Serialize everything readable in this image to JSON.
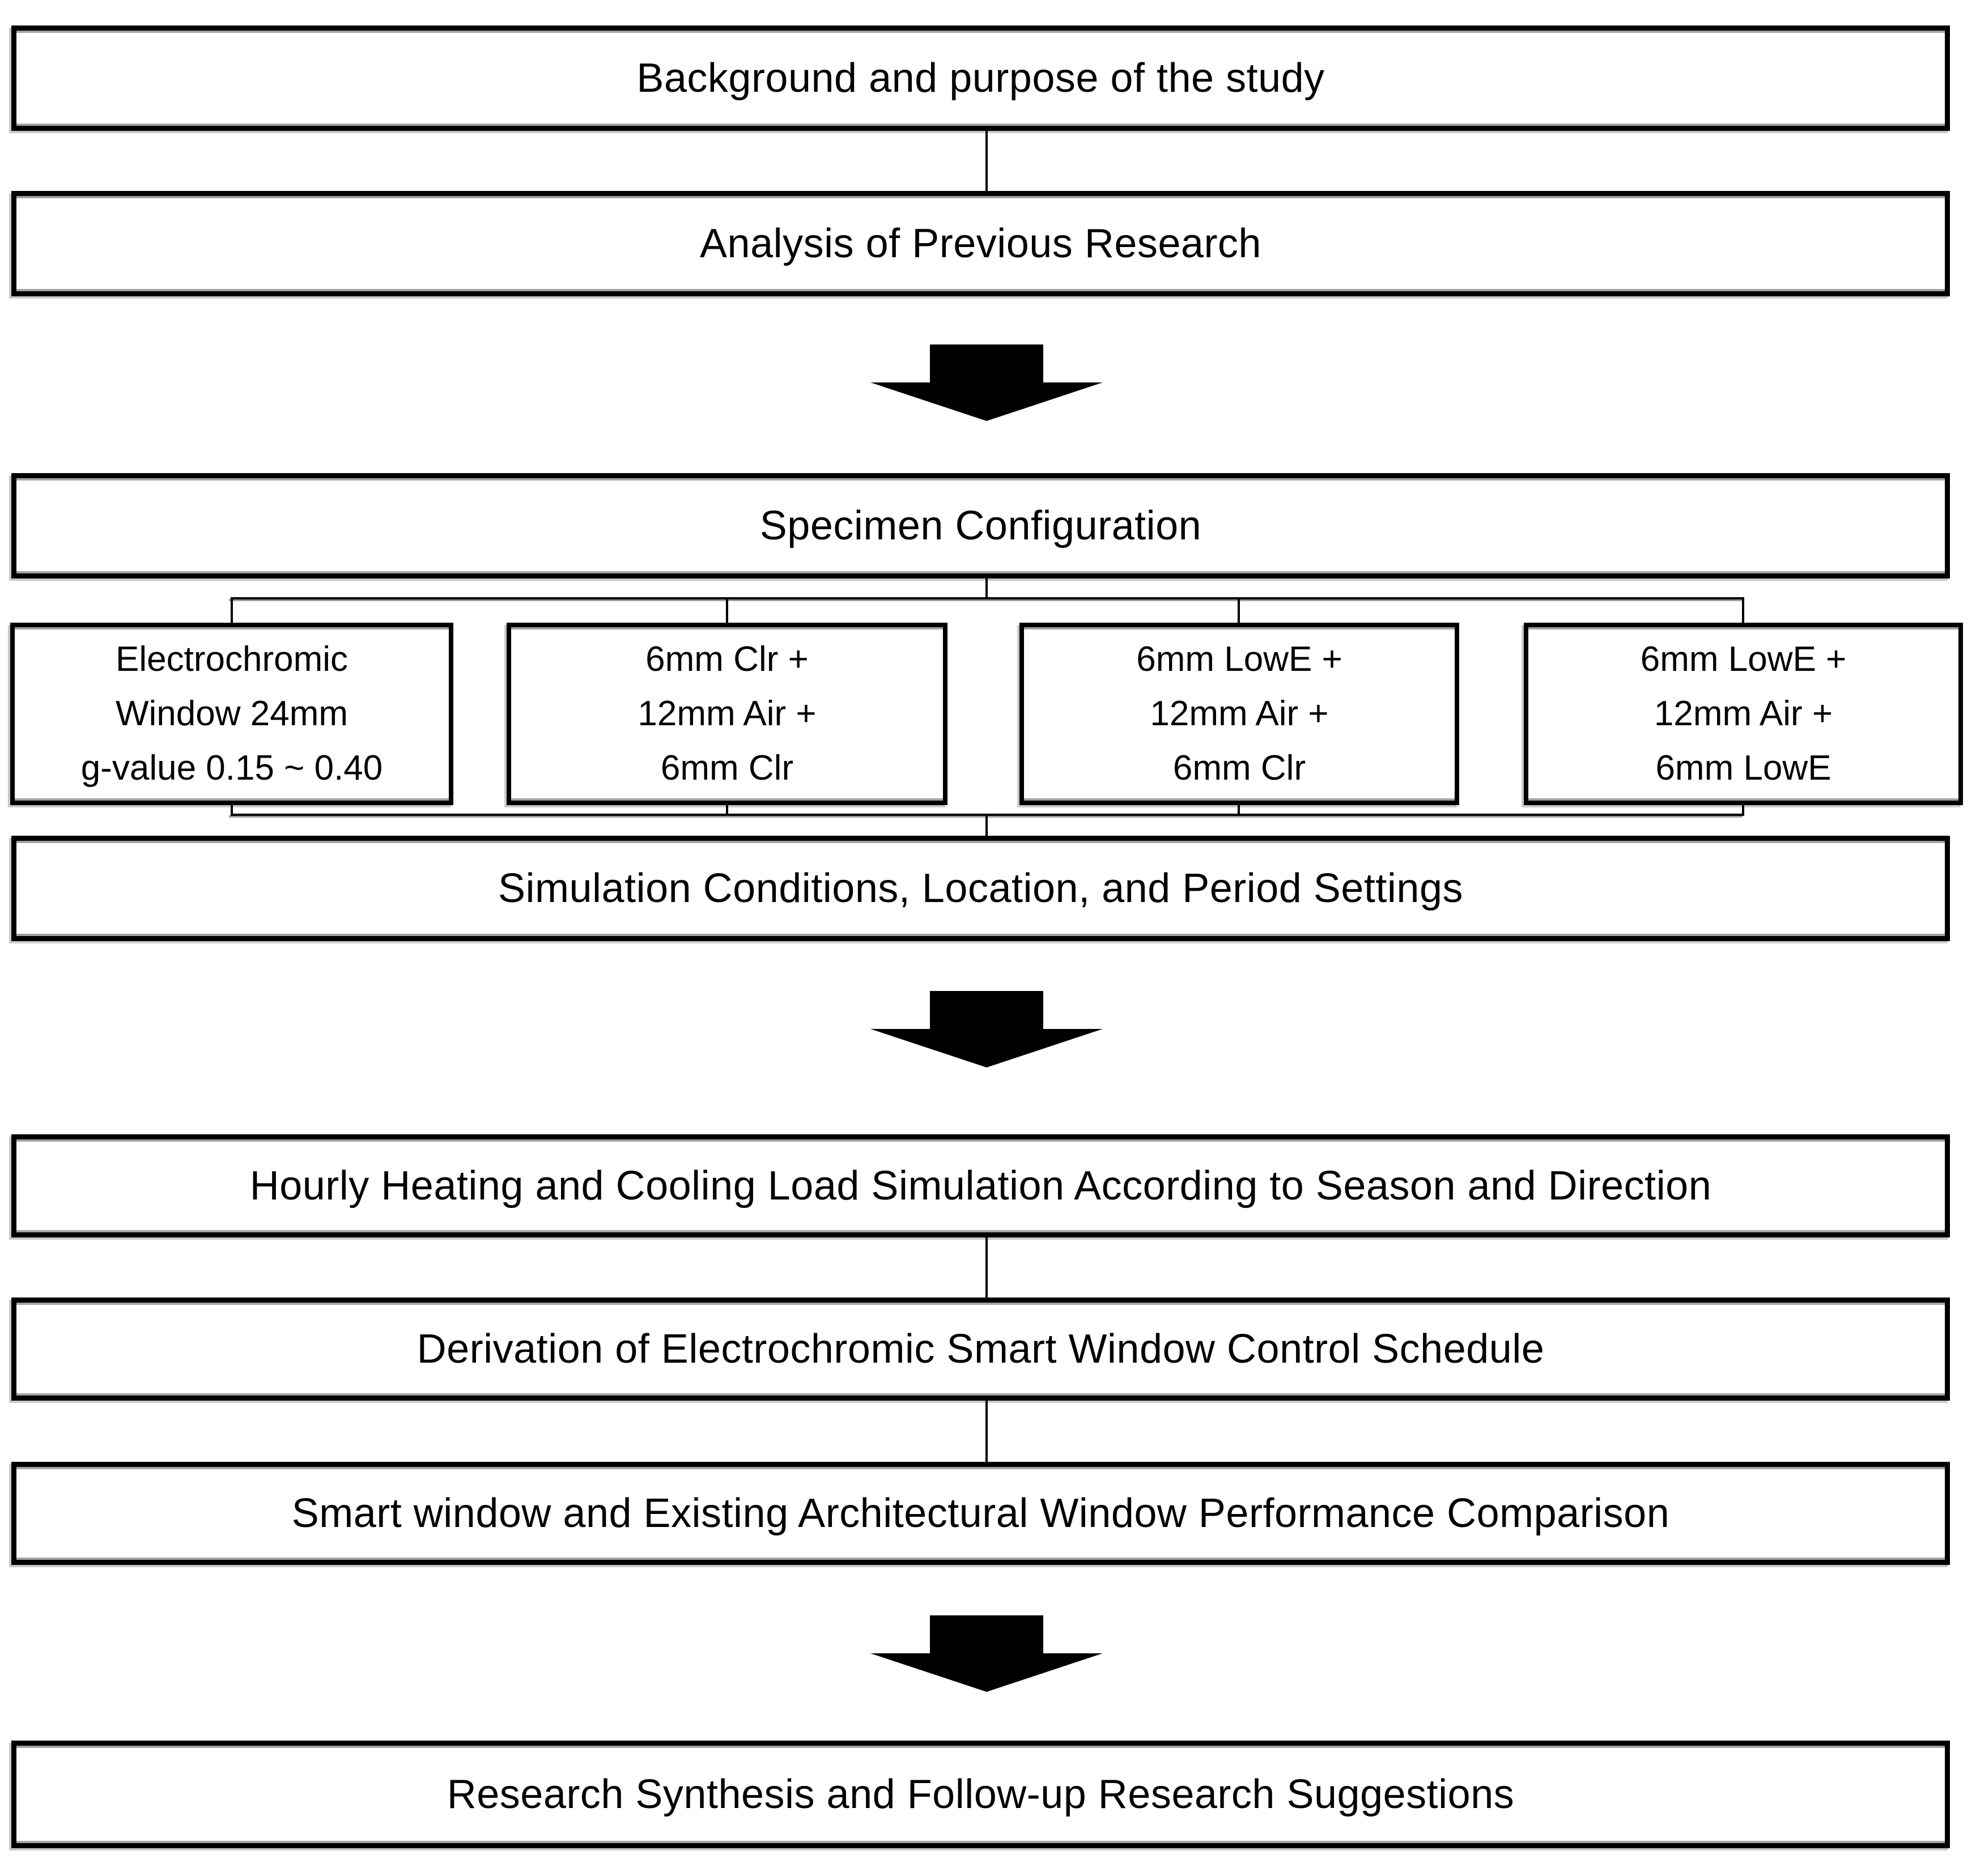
{
  "diagram": {
    "type": "flowchart",
    "background_color": "#ffffff",
    "line_color": "#000000",
    "arrow_color": "#000000",
    "boxes": {
      "background": "Background and purpose of the study",
      "analysis": "Analysis of Previous Research",
      "specimen": "Specimen Configuration",
      "simulation": "Simulation Conditions, Location, and Period Settings",
      "hourly": "Hourly Heating and Cooling Load Simulation According to Season and Direction",
      "derivation": "Derivation of Electrochromic Smart Window Control Schedule",
      "comparison": "Smart window and Existing Architectural Window Performance Comparison",
      "synthesis": "Research Synthesis and Follow-up Research Suggestions"
    },
    "specimens": [
      {
        "lines": [
          "Electrochromic",
          "Window 24mm",
          "g-value 0.15 ~ 0.40"
        ]
      },
      {
        "lines": [
          "6mm Clr +",
          "12mm Air +",
          "6mm Clr"
        ]
      },
      {
        "lines": [
          "6mm LowE +",
          "12mm Air +",
          "6mm Clr"
        ]
      },
      {
        "lines": [
          "6mm LowE +",
          "12mm Air +",
          "6mm LowE"
        ]
      }
    ]
  }
}
